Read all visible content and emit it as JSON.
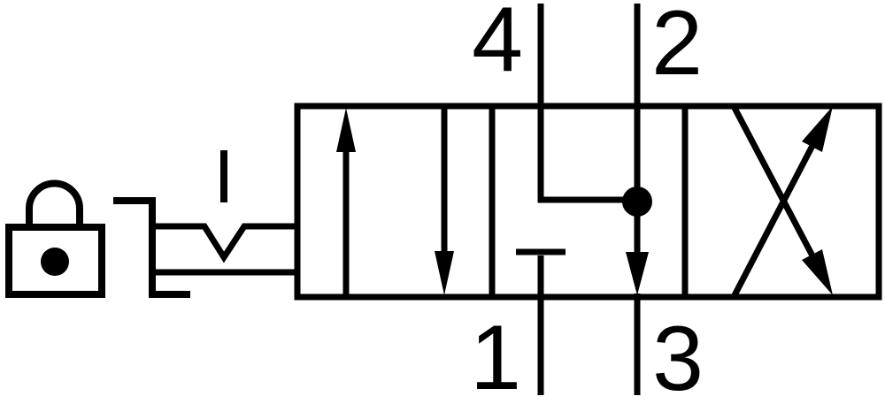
{
  "schematic": {
    "kind": "directional-control-valve-symbol",
    "positions": 3,
    "colors": {
      "line": "#000000",
      "background": "#ffffff"
    },
    "port_labels": {
      "top_left": "4",
      "top_right": "2",
      "bottom_left": "1",
      "bottom_right": "3"
    },
    "icons": [
      "padlock-icon",
      "lever-bracket-icon",
      "detent-pin-icon",
      "detent-notch-icon",
      "flow-arrow-up-icon",
      "flow-arrow-down-icon",
      "junction-dot-icon",
      "blocked-port-icon",
      "crossed-flow-arrows-icon"
    ]
  }
}
